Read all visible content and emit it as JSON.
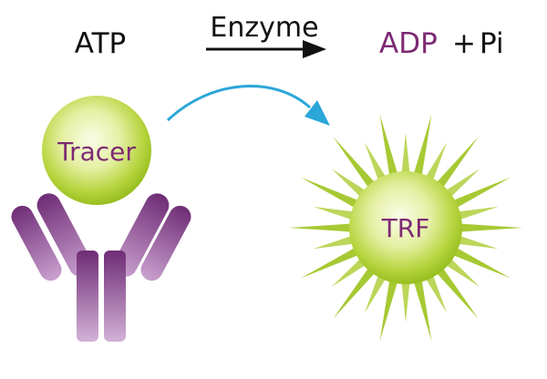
{
  "reaction": {
    "substrate": "ATP",
    "enzyme": "Enzyme",
    "product": "ADP",
    "plus": "+",
    "byproduct": "Pi"
  },
  "nodes": {
    "tracer": "Tracer",
    "trf": "TRF"
  },
  "colors": {
    "text": "#111111",
    "purple": "#7d2a73",
    "green_light": "#f2f7c4",
    "green_mid": "#c2dd55",
    "green_dark": "#97bf1f",
    "blue_arrow": "#2aa6d9",
    "antibody_dark": "#6f2c75",
    "antibody_light": "#c9a1cf"
  }
}
